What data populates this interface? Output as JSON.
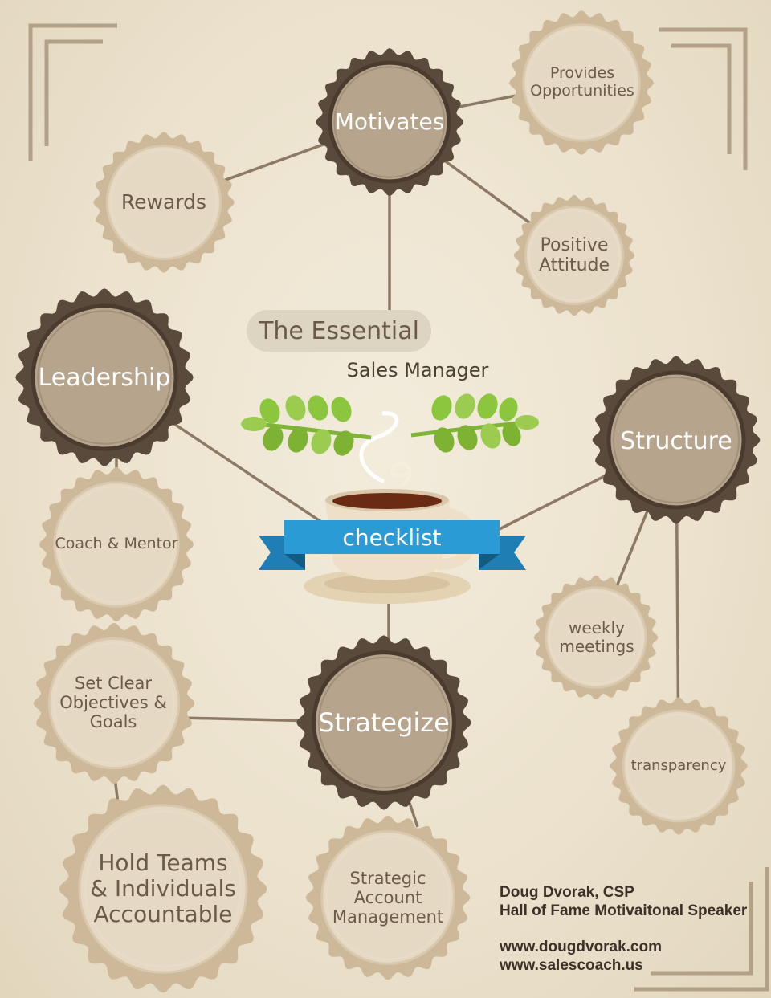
{
  "title": {
    "line1": "The Essential",
    "line2": "Sales Manager",
    "ribbon": "checklist"
  },
  "nodes": {
    "motivates": "Motivates",
    "provides_opportunities": "Provides\nOpportunities",
    "rewards": "Rewards",
    "positive_attitude": "Positive\nAttitude",
    "leadership": "Leadership",
    "coach_mentor": "Coach & Mentor",
    "structure": "Structure",
    "weekly_meetings": "weekly\nmeetings",
    "transparency": "transparency",
    "set_clear_objectives": "Set Clear\nObjectives &\nGoals",
    "strategize": "Strategize",
    "hold_teams": "Hold Teams\n& Individuals\nAccountable",
    "strategic_account": "Strategic\nAccount\nManagement"
  },
  "credits": {
    "name": "Doug Dvorak, CSP",
    "role": "Hall of Fame Motivaitonal Speaker",
    "website1": "www.dougdvorak.com",
    "website2": "www.salescoach.us"
  },
  "colors": {
    "background": "#ede3cf",
    "badge_light_fill": "#e6d9c4",
    "badge_light_ring": "#cdb89a",
    "badge_dark_fill": "#b6a48c",
    "badge_dark_ring": "#5a4a3b",
    "connector": "#8c7a64",
    "ribbon": "#2b9bd6",
    "leaf": "#8cc63f"
  }
}
